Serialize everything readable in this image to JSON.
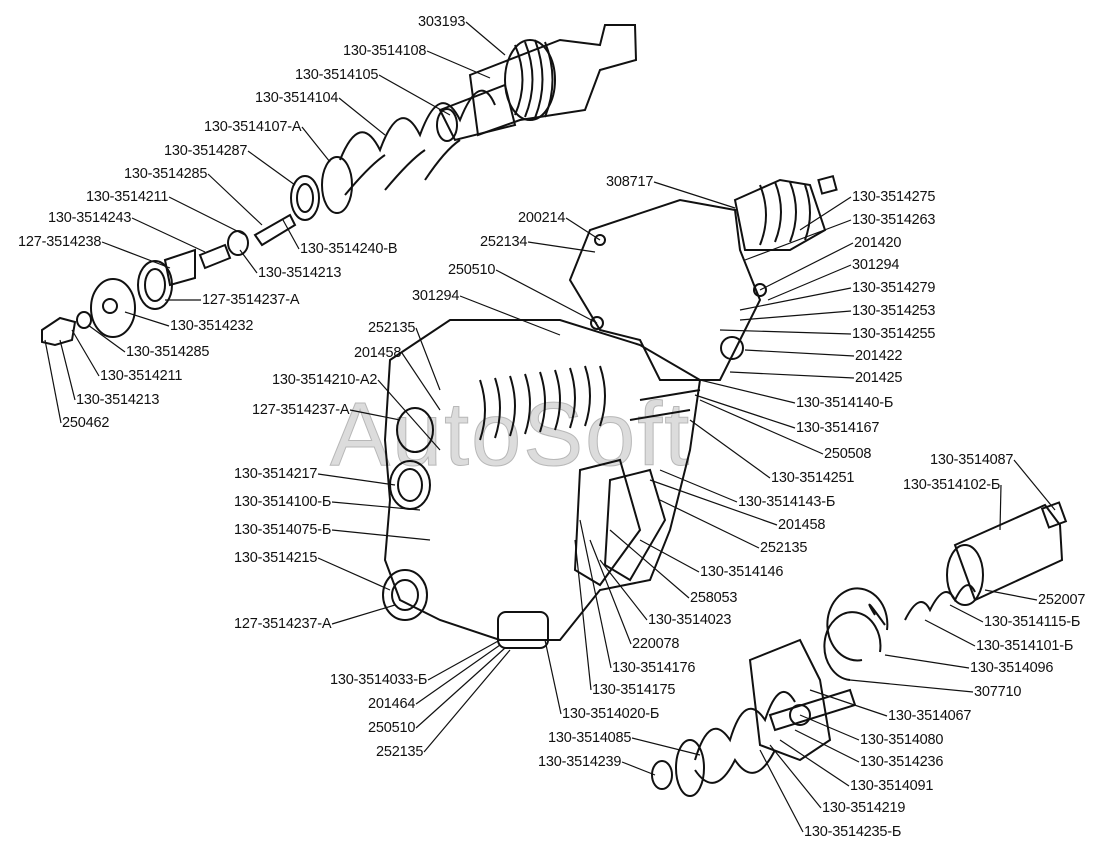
{
  "watermark": "AutoSoft",
  "labels": [
    "303193",
    "130-3514108",
    "130-3514105",
    "130-3514104",
    "130-3514107-A",
    "130-3514287",
    "130-3514285",
    "130-3514211",
    "130-3514243",
    "127-3514238",
    "130-3514240-B",
    "130-3514213",
    "127-3514237-A",
    "130-3514232",
    "130-3514285",
    "130-3514211",
    "130-3514213",
    "250462",
    "308717",
    "200214",
    "252134",
    "250510",
    "301294",
    "252135",
    "201458",
    "130-3514210-A2",
    "127-3514237-A",
    "130-3514217",
    "130-3514100-Б",
    "130-3514075-Б",
    "130-3514215",
    "127-3514237-A",
    "130-3514033-Б",
    "201464",
    "250510",
    "252135",
    "130-3514275",
    "130-3514263",
    "201420",
    "301294",
    "130-3514279",
    "130-3514253",
    "130-3514255",
    "201422",
    "201425",
    "130-3514140-Б",
    "130-3514167",
    "250508",
    "130-3514251",
    "130-3514143-Б",
    "201458",
    "252135",
    "130-3514146",
    "258053",
    "130-3514023",
    "220078",
    "130-3514176",
    "130-3514175",
    "130-3514020-Б",
    "130-3514085",
    "130-3514239",
    "130-3514087",
    "130-3514102-Б",
    "252007",
    "130-3514115-Б",
    "130-3514101-Б",
    "130-3514096",
    "307710",
    "130-3514067",
    "130-3514080",
    "130-3514236",
    "130-3514091",
    "130-3514219",
    "130-3514235-Б"
  ]
}
